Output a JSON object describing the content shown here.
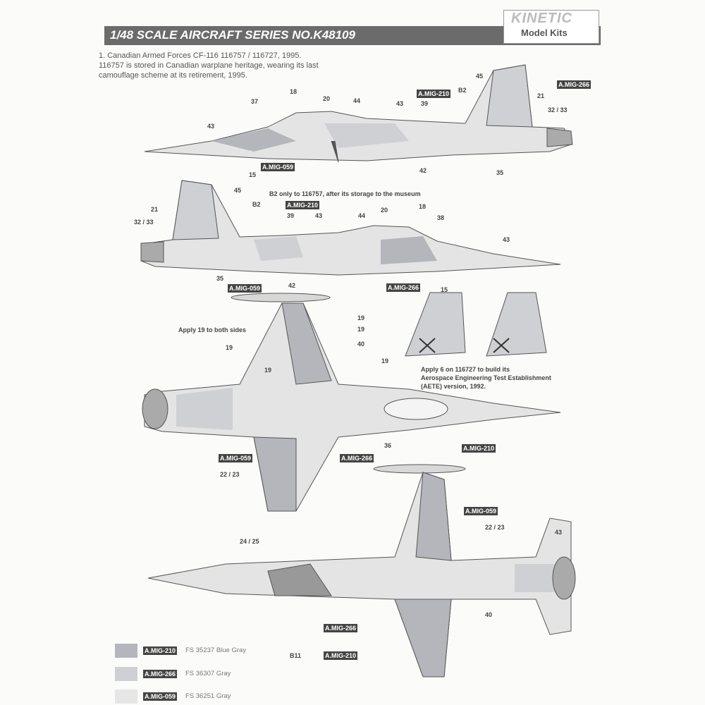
{
  "header": {
    "title": "1/48 SCALE  AIRCRAFT  SERIES NO.K48109",
    "logo_brand": "KINETIC",
    "logo_sub": "Model Kits"
  },
  "description": [
    "1. Canadian Armed Forces CF-116 116757 / 116727, 1995.",
    "116757 is stored in Canadian warplane heritage, wearing its last",
    "camouflage scheme at its retirement, 1995."
  ],
  "notes": {
    "b2_note": "B2 only to 116757, after its storage to the museum",
    "apply19": "Apply 19 to both sides",
    "aete": [
      "Apply 6 on 116727 to build its",
      "Aerospace Engineering Test Establishment",
      "(AETE) version, 1992."
    ]
  },
  "colors": {
    "mig210": "#b4b6bb",
    "mig266": "#cfd0d3",
    "mig059": "#e6e6e6",
    "line": "#555555"
  },
  "view1": {
    "labels": [
      "45",
      "21",
      "32 / 33",
      "B2",
      "39",
      "43",
      "44",
      "20",
      "18",
      "37",
      "43",
      "15",
      "42",
      "35"
    ],
    "badges": [
      "A.MIG-266",
      "A.MIG-210",
      "A.MIG-059"
    ]
  },
  "view2": {
    "labels": [
      "45",
      "21",
      "B2",
      "32 / 33",
      "39",
      "43",
      "44",
      "20",
      "18",
      "38",
      "43",
      "35",
      "42",
      "15"
    ],
    "badges": [
      "A.MIG-210",
      "A.MIG-059",
      "A.MIG-266"
    ]
  },
  "view3": {
    "labels": [
      "19",
      "19",
      "40",
      "19",
      "19",
      "19",
      "36",
      "22 / 23"
    ],
    "badges": [
      "A.MIG-059",
      "A.MIG-266",
      "A.MIG-210"
    ]
  },
  "view4": {
    "labels": [
      "22 / 23",
      "43",
      "24 / 25",
      "40",
      "B11"
    ],
    "badges": [
      "A.MIG-059",
      "A.MIG-266",
      "A.MIG-210"
    ]
  },
  "legend": [
    {
      "code": "A.MIG-210",
      "desc": "FS 35237 Blue Gray",
      "color": "#b4b6bb"
    },
    {
      "code": "A.MIG-266",
      "desc": "FS 36307 Gray",
      "color": "#cfd0d3"
    },
    {
      "code": "A.MIG-059",
      "desc": "FS 36251 Gray",
      "color": "#e6e6e6"
    }
  ]
}
